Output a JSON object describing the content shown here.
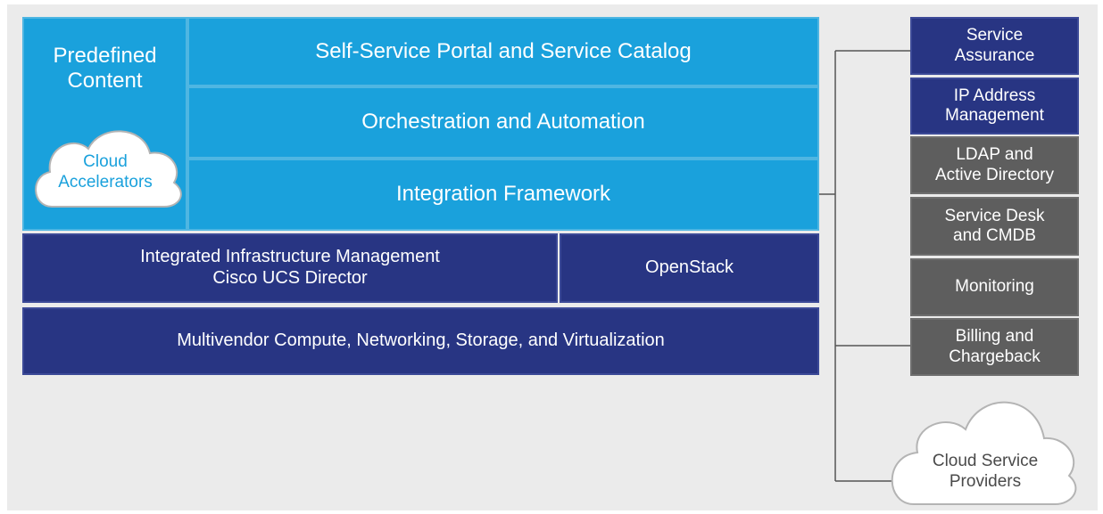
{
  "predefined": {
    "line1": "Predefined",
    "line2": "Content",
    "cloud_line1": "Cloud",
    "cloud_line2": "Accelerators"
  },
  "layers": {
    "portal": "Self-Service Portal and Service Catalog",
    "orchestration": "Orchestration and Automation",
    "integration": "Integration Framework",
    "iim_line1": "Integrated Infrastructure Management",
    "iim_line2": "Cisco UCS Director",
    "openstack": "OpenStack",
    "multivendor": "Multivendor Compute, Networking, Storage, and Virtualization"
  },
  "side": [
    {
      "line1": "Service",
      "line2": "Assurance"
    },
    {
      "line1": "IP Address",
      "line2": "Management"
    },
    {
      "line1": "LDAP and",
      "line2": "Active Directory"
    },
    {
      "line1": "Service Desk",
      "line2": "and CMDB"
    },
    {
      "line1": "Monitoring",
      "line2": ""
    },
    {
      "line1": "Billing and",
      "line2": "Chargeback"
    }
  ],
  "csp": {
    "line1": "Cloud Service",
    "line2": "Providers"
  },
  "colors": {
    "light_blue": "#1aa1dc",
    "dark_blue": "#283583",
    "grey": "#5e5e5e",
    "background": "#ebebeb",
    "connector": "#555555"
  }
}
